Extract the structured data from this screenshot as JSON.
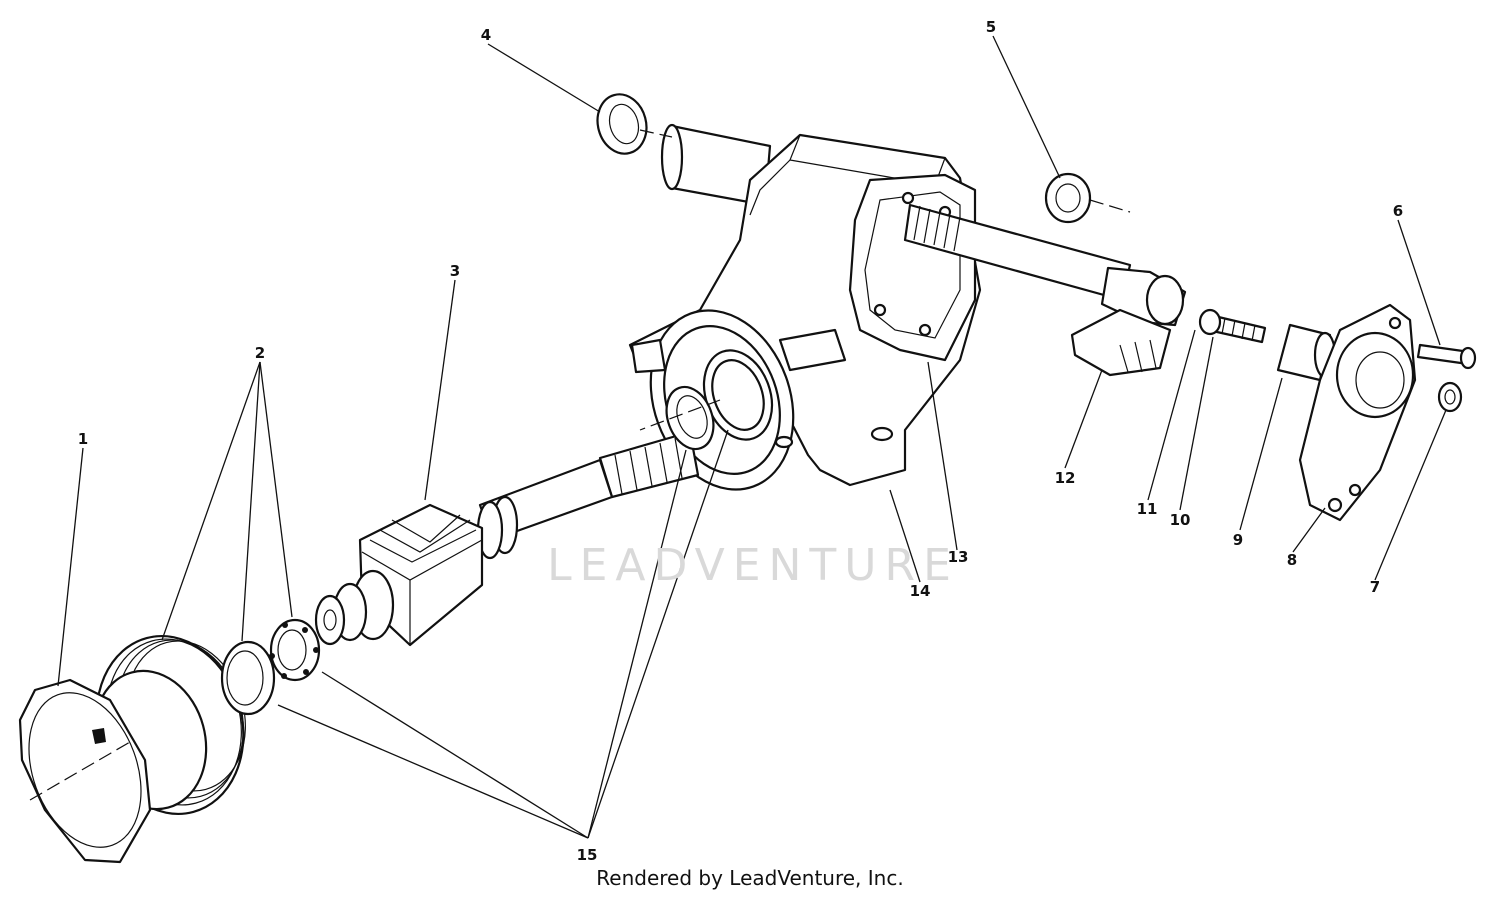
{
  "watermark": "LEADVENTURE",
  "footer": {
    "credit": "Rendered by LeadVenture, Inc."
  },
  "callouts": [
    {
      "label": "1"
    },
    {
      "label": "2"
    },
    {
      "label": "3"
    },
    {
      "label": "4"
    },
    {
      "label": "5"
    },
    {
      "label": "6"
    },
    {
      "label": "7"
    },
    {
      "label": "8"
    },
    {
      "label": "9"
    },
    {
      "label": "10"
    },
    {
      "label": "11"
    },
    {
      "label": "12"
    },
    {
      "label": "13"
    },
    {
      "label": "14"
    },
    {
      "label": "15"
    }
  ]
}
